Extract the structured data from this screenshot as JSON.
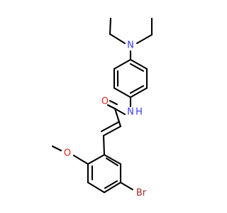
{
  "molecule": {
    "atoms": {
      "N_amine": {
        "symbol": "N",
        "color": "#3A3AF0"
      },
      "N_amide": {
        "symbol": "N",
        "color": "#3A3AF0"
      },
      "H_amide": {
        "symbol": "H",
        "color": "#3A3AF0"
      },
      "O_carbonyl": {
        "symbol": "O",
        "color": "#E8241F"
      },
      "O_methoxy": {
        "symbol": "O",
        "color": "#E8241F"
      },
      "Br": {
        "symbol": "Br",
        "color": "#A52A2A"
      }
    }
  }
}
